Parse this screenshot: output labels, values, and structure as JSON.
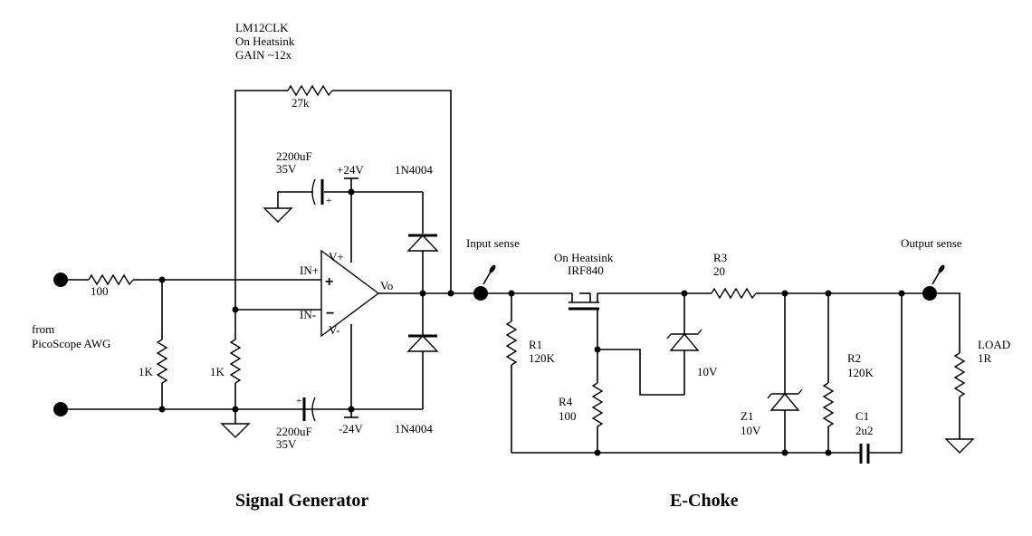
{
  "opamp": {
    "part": "LM12CLK",
    "mount": "On Heatsink",
    "gain": "GAIN ~12x",
    "in_plus": "IN+",
    "in_minus": "IN-",
    "v_plus": "V+",
    "v_minus": "V-",
    "out": "Vo",
    "plus_sign": "+",
    "minus_sign": "−"
  },
  "feedback_resistor": "27k",
  "cap_top": {
    "value": "2200uF",
    "voltage": "35V",
    "polarity": "+"
  },
  "cap_bottom": {
    "value": "2200uF",
    "voltage": "35V",
    "polarity": "+"
  },
  "rail_pos": "+24V",
  "rail_neg": "-24V",
  "diode_top": "1N4004",
  "diode_bottom": "1N4004",
  "input_resistor": "100",
  "source_label": [
    "from",
    "PicoScope AWG"
  ],
  "shunt_resistor_1": "1K",
  "shunt_resistor_2": "1K",
  "input_sense": "Input sense",
  "output_sense": "Output sense",
  "mosfet": {
    "mount": "On Heatsink",
    "part": "IRF840"
  },
  "r1": {
    "name": "R1",
    "value": "120K"
  },
  "r2": {
    "name": "R2",
    "value": "120K"
  },
  "r3": {
    "name": "R3",
    "value": "20"
  },
  "r4": {
    "name": "R4",
    "value": "100"
  },
  "zener_gate": "10V",
  "z1": {
    "name": "Z1",
    "value": "10V"
  },
  "c1": {
    "name": "C1",
    "value": "2u2"
  },
  "load": {
    "name": "LOAD",
    "value": "1R"
  },
  "titles": {
    "left": "Signal Generator",
    "right": "E-Choke"
  }
}
